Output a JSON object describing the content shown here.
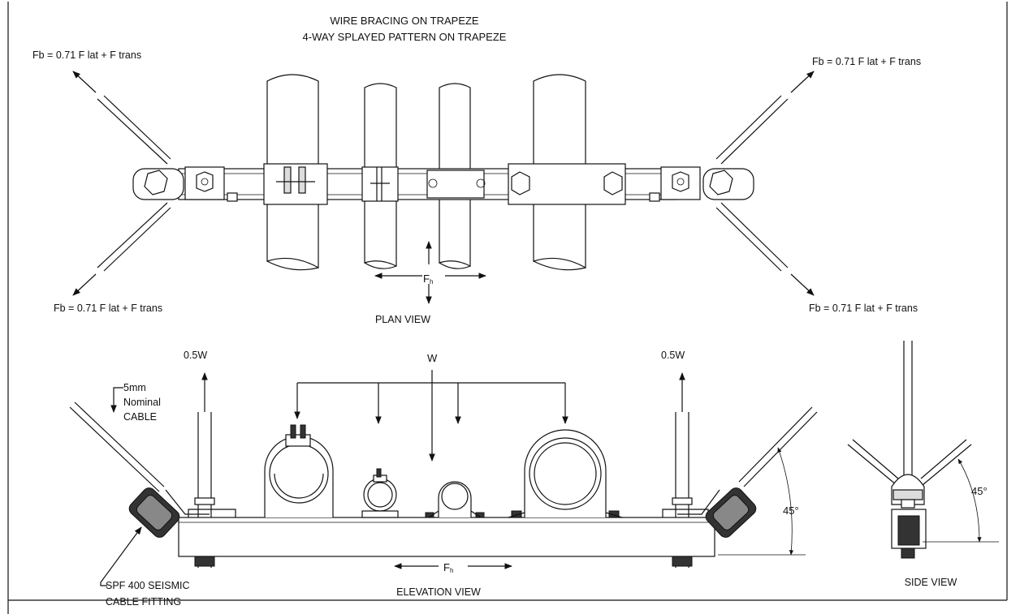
{
  "title": {
    "line1": "WIRE BRACING ON TRAPEZE",
    "line2": "4-WAY SPLAYED PATTERN ON TRAPEZE"
  },
  "plan": {
    "force_tl": "Fb = 0.71 F lat + F trans",
    "force_tr": "Fb = 0.71 F lat + F trans",
    "force_bl": "Fb = 0.71 F lat + F trans",
    "force_br": "Fb = 0.71 F lat + F trans",
    "fh_label": "F",
    "fh_sub": "h",
    "view_label": "PLAN VIEW"
  },
  "elevation": {
    "load_left": "0.5W",
    "load_right": "0.5W",
    "load_total": "W",
    "cable_line1": "5mm",
    "cable_line2": "Nominal",
    "cable_line3": "CABLE",
    "fitting_line1": "SPF 400 SEISMIC",
    "fitting_line2": "CABLE FITTING",
    "angle": "45°",
    "fh_label": "F",
    "fh_sub": "h",
    "view_label": "ELEVATION VIEW"
  },
  "side": {
    "angle": "45°",
    "view_label": "SIDE VIEW"
  }
}
